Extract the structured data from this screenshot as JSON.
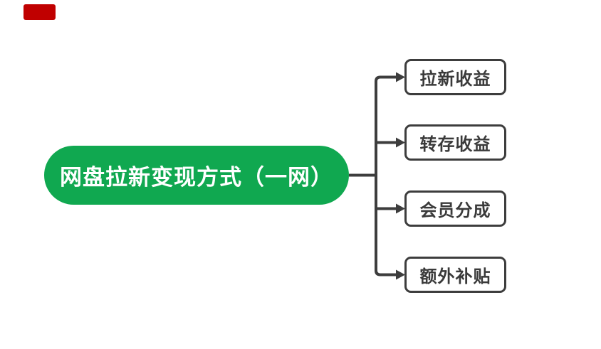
{
  "theme": {
    "background": "#FFFFFF",
    "green": "#10A850",
    "line": "#3D3D3D",
    "red": "#C00000",
    "root_text": "#FFFFFF",
    "box_text": "#3A3A3A"
  },
  "mindmap": {
    "root": {
      "label": "网盘拉新变现方式（一网）"
    },
    "children": [
      {
        "label": "拉新收益"
      },
      {
        "label": "转存收益"
      },
      {
        "label": "会员分成"
      },
      {
        "label": "额外补贴"
      }
    ]
  }
}
